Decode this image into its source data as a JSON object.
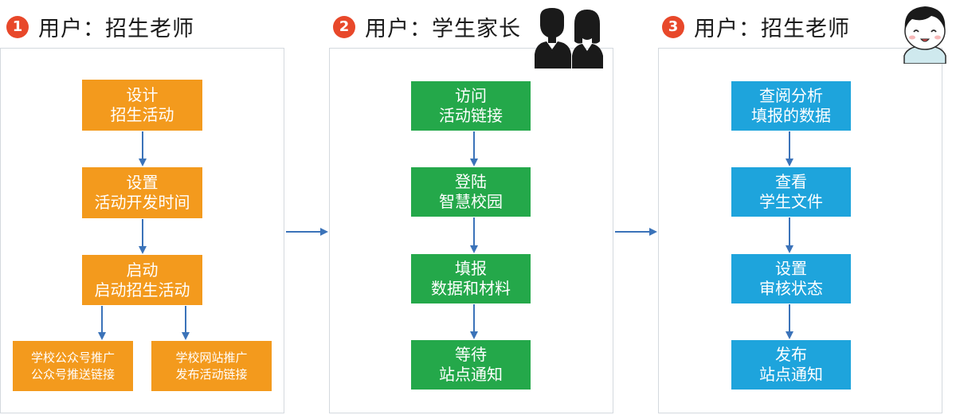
{
  "columns": [
    {
      "number": "1",
      "title": "用户：招生老师",
      "steps": [
        {
          "line1": "设计",
          "line2": "招生活动"
        },
        {
          "line1": "设置",
          "line2": "活动开发时间"
        },
        {
          "line1": "启动",
          "line2": "启动招生活动"
        }
      ],
      "branches": [
        {
          "line1": "学校公众号推广",
          "line2": "公众号推送链接"
        },
        {
          "line1": "学校网站推广",
          "line2": "发布活动链接"
        }
      ]
    },
    {
      "number": "2",
      "title": "用户：学生家长",
      "steps": [
        {
          "line1": "访问",
          "line2": "活动链接"
        },
        {
          "line1": "登陆",
          "line2": "智慧校园"
        },
        {
          "line1": "填报",
          "line2": "数据和材料"
        },
        {
          "line1": "等待",
          "line2": "站点通知"
        }
      ]
    },
    {
      "number": "3",
      "title": "用户：招生老师",
      "steps": [
        {
          "line1": "查阅分析",
          "line2": "填报的数据"
        },
        {
          "line1": "查看",
          "line2": "学生文件"
        },
        {
          "line1": "设置",
          "line2": "审核状态"
        },
        {
          "line1": "发布",
          "line2": "站点通知"
        }
      ]
    }
  ],
  "colors": {
    "number_badge": "#e8482a",
    "column1_boxes": "#f39a1d",
    "column2_boxes": "#24a84a",
    "column3_boxes": "#1ea4dc",
    "arrows": "#3b73b9",
    "panel_border": "#d4d9de"
  },
  "icons": {
    "column2": "parents-silhouette-icon",
    "column3": "smiling-teacher-avatar-icon"
  }
}
